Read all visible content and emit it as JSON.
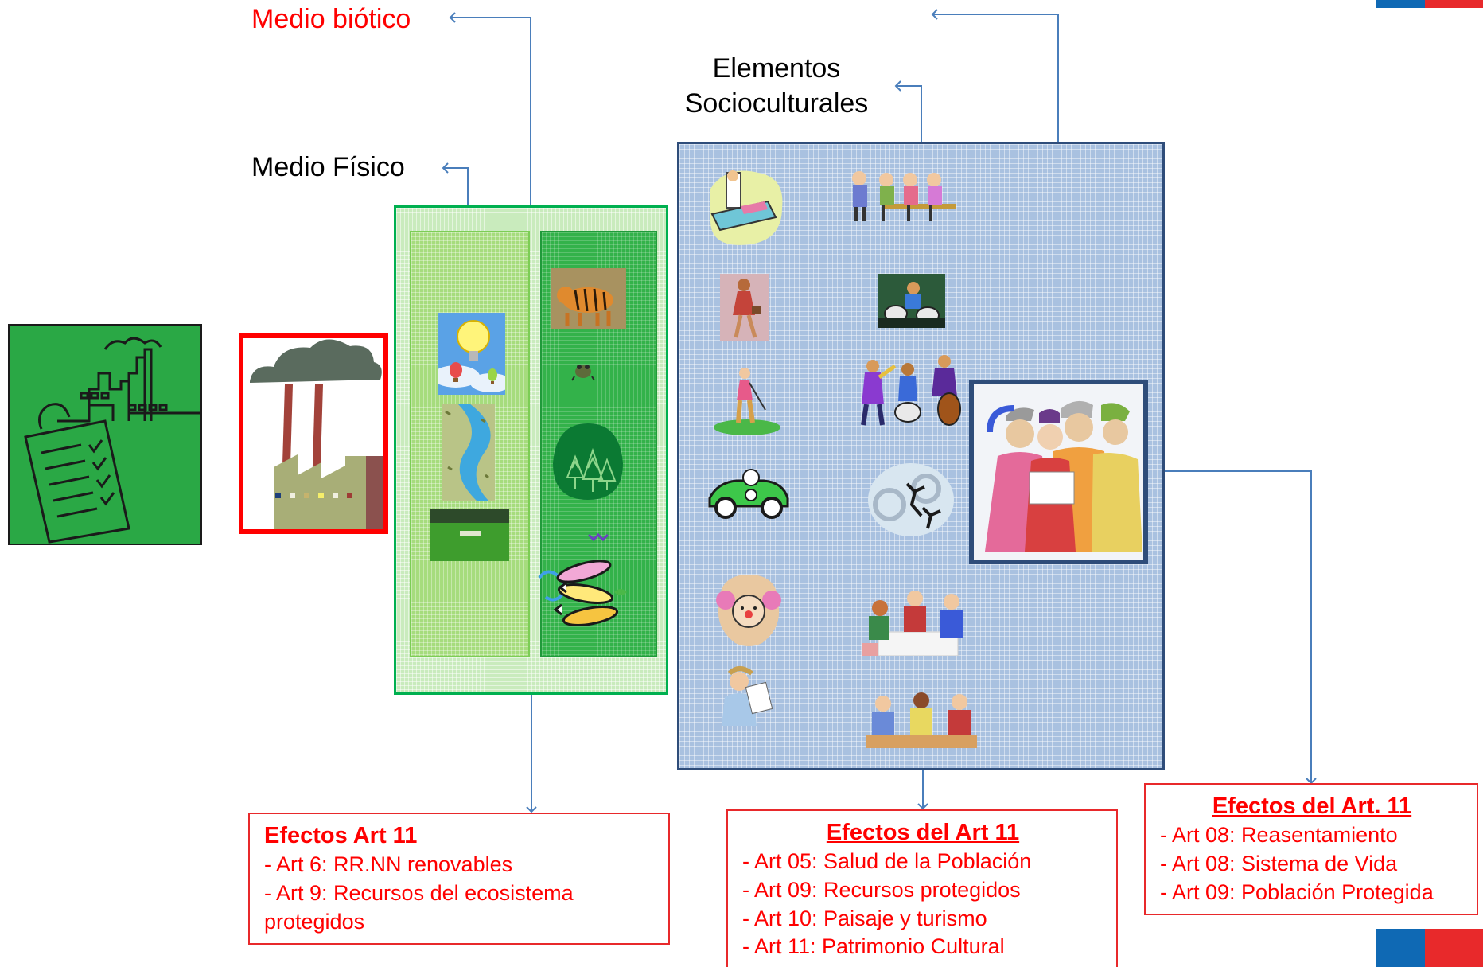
{
  "labels": {
    "medio_biotico": "Medio biótico",
    "elementos_socioculturales_line1": "Elementos",
    "elementos_socioculturales_line2": "Socioculturales",
    "medio_fisico": "Medio Físico"
  },
  "effects_left": {
    "title": "Efectos Art 11",
    "items": [
      "- Art 6: RR.NN renovables",
      "- Art 9: Recursos del ecosistema protegidos"
    ]
  },
  "effects_center": {
    "title": "Efectos del Art 11",
    "items": [
      "- Art 05: Salud de la Población",
      "- Art 09: Recursos protegidos",
      "- Art 10: Paisaje y turismo",
      "- Art 11: Patrimonio Cultural"
    ]
  },
  "effects_right": {
    "title": "Efectos del Art. 11",
    "items": [
      "- Art 08: Reasentamiento",
      "- Art 08: Sistema de Vida",
      "- Art 09: Población Protegida"
    ]
  },
  "icons": {
    "project_checklist": "project-checklist-factory-icon",
    "factory": "factory-pollution-icon",
    "lightbulb": "lightbulb-balloons-icon",
    "river": "river-icon",
    "meadow": "meadow-icon",
    "tiger": "tiger-icon",
    "frog": "frog-icon",
    "forest": "forest-icon",
    "fish": "fish-icon",
    "indigenous_group": "indigenous-people-icon"
  },
  "colors": {
    "red": "#ff0000",
    "arrow_blue": "#4a7ebb",
    "green_frame": "#00b050",
    "grid_blue": "#a9c1e0",
    "flag_blue": "#0f69b4",
    "flag_red": "#e8292b"
  }
}
